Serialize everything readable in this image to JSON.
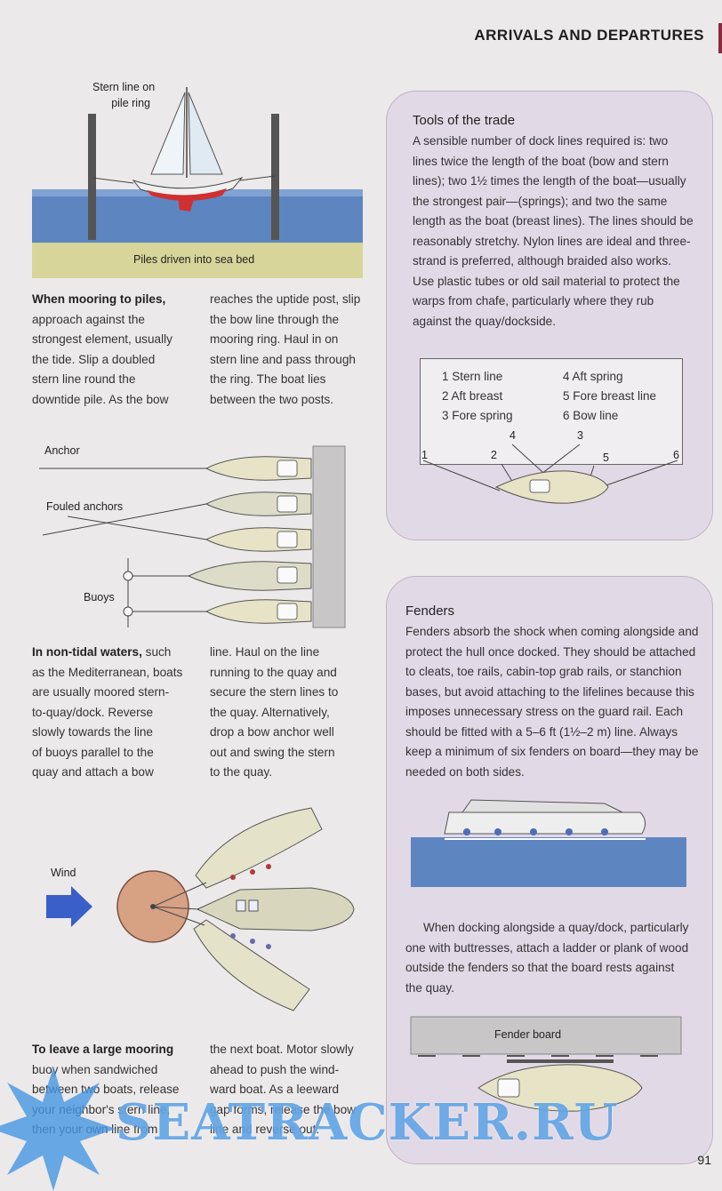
{
  "header": {
    "title": "ARRIVALS AND DEPARTURES"
  },
  "piles": {
    "label_top": [
      "Stern line on",
      "pile ring"
    ],
    "label_bottom": "Piles driven into sea bed",
    "para_left": {
      "lead": "When mooring to piles,",
      "lines": [
        "approach against the",
        "strongest element, usually",
        "the tide. Slip a doubled",
        "stern line round the",
        "downtide pile. As the bow"
      ]
    },
    "para_right": {
      "lines": [
        "reaches the uptide post, slip",
        "the bow line through the",
        "mooring ring. Haul in on",
        "stern line and pass through",
        "the ring. The boat lies",
        "between the two posts."
      ]
    }
  },
  "anchor": {
    "label_anchor": "Anchor",
    "label_fouled": "Fouled anchors",
    "label_buoys": "Buoys",
    "para_left": {
      "lead": "In non-tidal waters,",
      "lead_rest": " such",
      "lines": [
        "as the Mediterranean, boats",
        "are usually moored stern-",
        "to-quay/dock. Reverse",
        "slowly towards the line",
        "of buoys parallel to the",
        "quay and attach a bow"
      ]
    },
    "para_right": {
      "lines": [
        "line. Haul on the line",
        "running to the quay and",
        "secure the stern lines to",
        "the quay. Alternatively,",
        "drop a bow anchor well",
        "out and swing the stern",
        "to the quay."
      ]
    }
  },
  "buoy": {
    "label_wind": "Wind",
    "para_left": {
      "lead": "To leave a large mooring",
      "lines": [
        "buoy when sandwiched",
        "between two boats, release",
        "your neighbor's stern line,",
        "then your own line from"
      ]
    },
    "para_right": {
      "lines": [
        "the next boat. Motor slowly",
        "ahead to push the wind-",
        "ward boat. As a leeward",
        "gap forms, release the bow",
        "line and reverse out."
      ]
    }
  },
  "tools": {
    "title": "Tools of the trade",
    "lines": [
      "A sensible number of dock lines required is: two",
      "lines twice the length of the boat (bow and stern",
      "lines); two 1½ times the length of the boat—usually",
      "the strongest pair—(springs); and two the same",
      "length as the boat (breast lines). The lines should be",
      "reasonably stretchy. Nylon lines are ideal and three-",
      "strand is preferred, although braided also works.",
      "Use plastic tubes or old sail material to protect the",
      "warps from chafe, particularly where they rub",
      "against the quay/dockside."
    ],
    "legend_left": [
      "1 Stern line",
      "2 Aft breast",
      "3 Fore spring"
    ],
    "legend_right": [
      "4 Aft spring",
      "5 Fore breast line",
      "6 Bow line"
    ],
    "numbers": [
      "1",
      "2",
      "4",
      "3",
      "5",
      "6"
    ]
  },
  "fenders": {
    "title": "Fenders",
    "lines": [
      "Fenders absorb the shock when coming alongside and",
      "protect the hull once docked. They should be attached",
      "to cleats, toe rails, cabin-top grab rails, or stanchion",
      "bases, but avoid attaching to the lifelines because this",
      "imposes unnecessary stress on the guard rail. Each",
      "should be fitted with a 5–6 ft (1½–2 m) line. Always",
      "keep a minimum of six fenders on board—they may be",
      "needed on both sides."
    ],
    "dock_lines": [
      "When docking alongside a quay/dock, particularly",
      "one with buttresses, attach a ladder or plank of wood",
      "outside the fenders so that the board rests against",
      "the quay."
    ],
    "fender_board_label": "Fender board"
  },
  "page_number": "91",
  "watermark": "SEATRACKER.RU",
  "colors": {
    "sea": "#5d85c0",
    "seabed": "#d8d59a",
    "accent": "#8a2a3f",
    "box": "#e2d9e6",
    "arrow": "#3b5fc8"
  }
}
